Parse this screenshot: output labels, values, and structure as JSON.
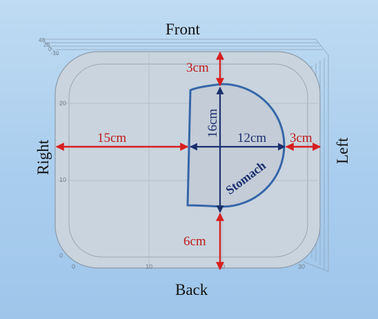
{
  "diagram": {
    "labels": {
      "front": "Front",
      "back": "Back",
      "right": "Right",
      "left": "Left",
      "stomach": "Stomach"
    },
    "dimensions": {
      "top_gap": "3cm",
      "bottom_gap": "6cm",
      "left_gap": "15cm",
      "right_gap": "3cm",
      "stomach_height": "16cm",
      "stomach_radius": "12cm"
    },
    "axis_ticks": {
      "x": [
        "0",
        "10",
        "20",
        "30"
      ],
      "y": [
        "0",
        "10",
        "20"
      ],
      "depth": [
        "40",
        "20",
        "0",
        "-10"
      ]
    },
    "colors": {
      "background": "#a9cdee",
      "phantom_fill": "#c9d4de",
      "stomach_outline": "#3566a8",
      "stomach_fill": "#c3ccd7",
      "outer_arrows": "#d81f1f",
      "outer_text": "#c01a1a",
      "inner_arrows": "#1b2f6e",
      "inner_text": "#1b2f6e"
    }
  }
}
